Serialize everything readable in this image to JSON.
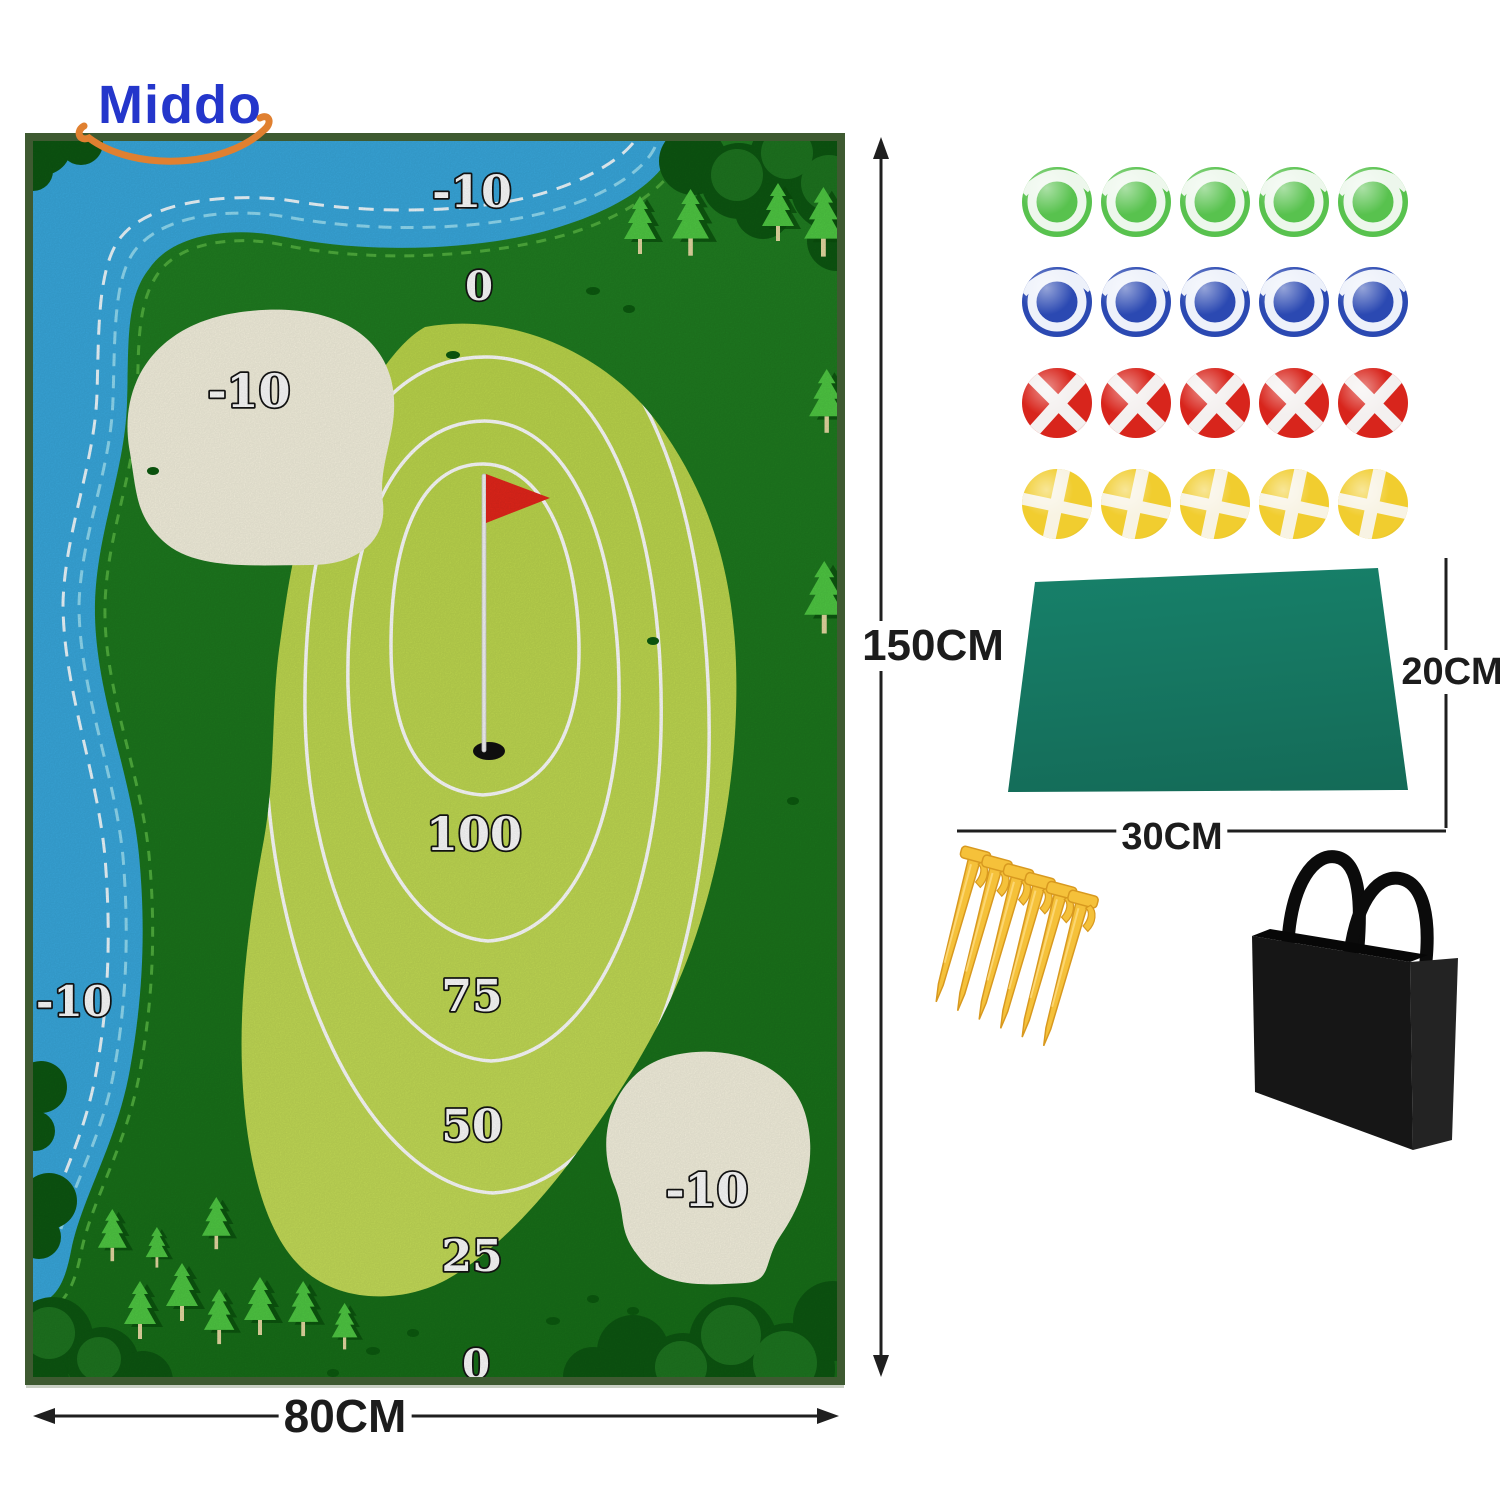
{
  "brand": {
    "name": "Middo",
    "text_color": "#2436cb",
    "swoosh_color": "#e08030"
  },
  "golf_mat": {
    "height_label": "150CM",
    "width_label": "80CM",
    "zone_labels": {
      "water_top": "-10",
      "rough_top": "0",
      "bunker_upper": "-10",
      "ring_100": "100",
      "ring_75": "75",
      "ring_50": "50",
      "ring_25": "25",
      "rough_bottom": "0",
      "water_left": "-10",
      "bunker_lower": "-10"
    },
    "colors": {
      "water": "#39a9de",
      "rough": "#1e7a1f",
      "fairway": "#c1da52",
      "bunker": "#f7f3e0",
      "border": "#3e5a31"
    }
  },
  "equipment": {
    "balls_rows": [
      {
        "name": "green-balls",
        "color": "#58c24e",
        "band": "#edf7ec",
        "pattern": "swirl",
        "count": 5
      },
      {
        "name": "blue-balls",
        "color": "#2b49b2",
        "band": "#edf1fa",
        "pattern": "swirl",
        "count": 5
      },
      {
        "name": "red-balls",
        "color": "#d8251c",
        "band": "#f4f0ef",
        "pattern": "x-cross",
        "count": 5
      },
      {
        "name": "yellow-balls",
        "color": "#f1cd2f",
        "band": "#f8f3e3",
        "pattern": "plus-cross",
        "count": 5
      }
    ],
    "chipping_mat": {
      "width_label": "30CM",
      "height_label": "20CM",
      "color": "#17816a"
    },
    "stakes": {
      "count": 6,
      "color": "#f5c13a"
    },
    "carry_bag": {
      "color": "#161616"
    }
  }
}
